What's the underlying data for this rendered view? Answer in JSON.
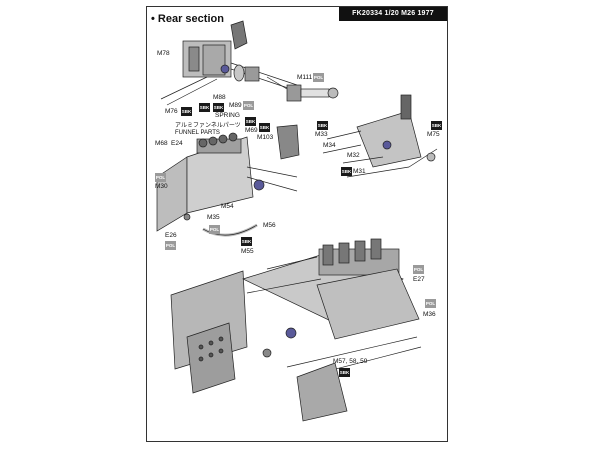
{
  "header": {
    "section_title": "• Rear section",
    "kit_code": "FK20334  1/20 M26 1977"
  },
  "labels": {
    "m78": "M78",
    "m76": "M76",
    "m88": "M88",
    "m89": "M89",
    "spring": "SPRING",
    "m111": "M111",
    "funnel_jp": "アルミファンネルパーツ",
    "funnel_en": "FUNNEL PARTS",
    "m68": "M68",
    "e24": "E24",
    "m69": "M69",
    "m103": "M103",
    "m30": "M30",
    "m35": "M35",
    "m54": "M54",
    "m56": "M56",
    "e26": "E26",
    "m55": "M55",
    "m33": "M33",
    "m34": "M34",
    "m75": "M75",
    "m32": "M32",
    "m31": "M31",
    "e27": "E27",
    "m36": "M36",
    "m57": "M57, 58, 59"
  },
  "tags": {
    "sbk": "SBK",
    "pol": "POL"
  }
}
